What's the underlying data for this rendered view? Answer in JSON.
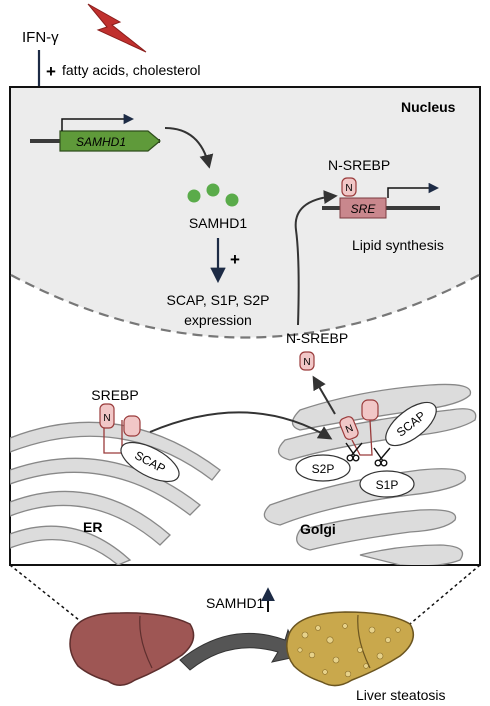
{
  "labels": {
    "ifn": "IFN-γ",
    "fatty_acids": "fatty acids, cholesterol",
    "plus_top": "+",
    "nucleus": "Nucleus",
    "samhd1_gene": "SAMHD1",
    "samhd1_protein": "SAMHD1",
    "plus_mid": "+",
    "expression_line1": "SCAP, S1P, S2P",
    "expression_line2": "expression",
    "nsrebp_top": "N-SREBP",
    "n_top": "N",
    "sre": "SRE",
    "lipid_synthesis": "Lipid synthesis",
    "nsrebp_mid": "N-SREBP",
    "n_mid": "N",
    "srebp": "SREBP",
    "n_er": "N",
    "scap_er": "SCAP",
    "er": "ER",
    "golgi": "Golgi",
    "scap_golgi": "SCAP",
    "n_golgi": "N",
    "s2p": "S2P",
    "s1p": "S1P",
    "samhd1_bottom": "SAMHD1",
    "liver_steatosis": "Liver steatosis"
  },
  "colors": {
    "gene_green": "#5f9a3a",
    "protein_green": "#5aab4a",
    "srebp_pink": "#f1c7c7",
    "srebp_outline": "#9a3b3b",
    "sre_box": "#c9878d",
    "nucleus_fill": "#ececec",
    "organelle_fill": "#dcdcdc",
    "liver_normal": "#9e5654",
    "liver_fatty": "#c9a84c",
    "lightning": "#c0302e"
  }
}
